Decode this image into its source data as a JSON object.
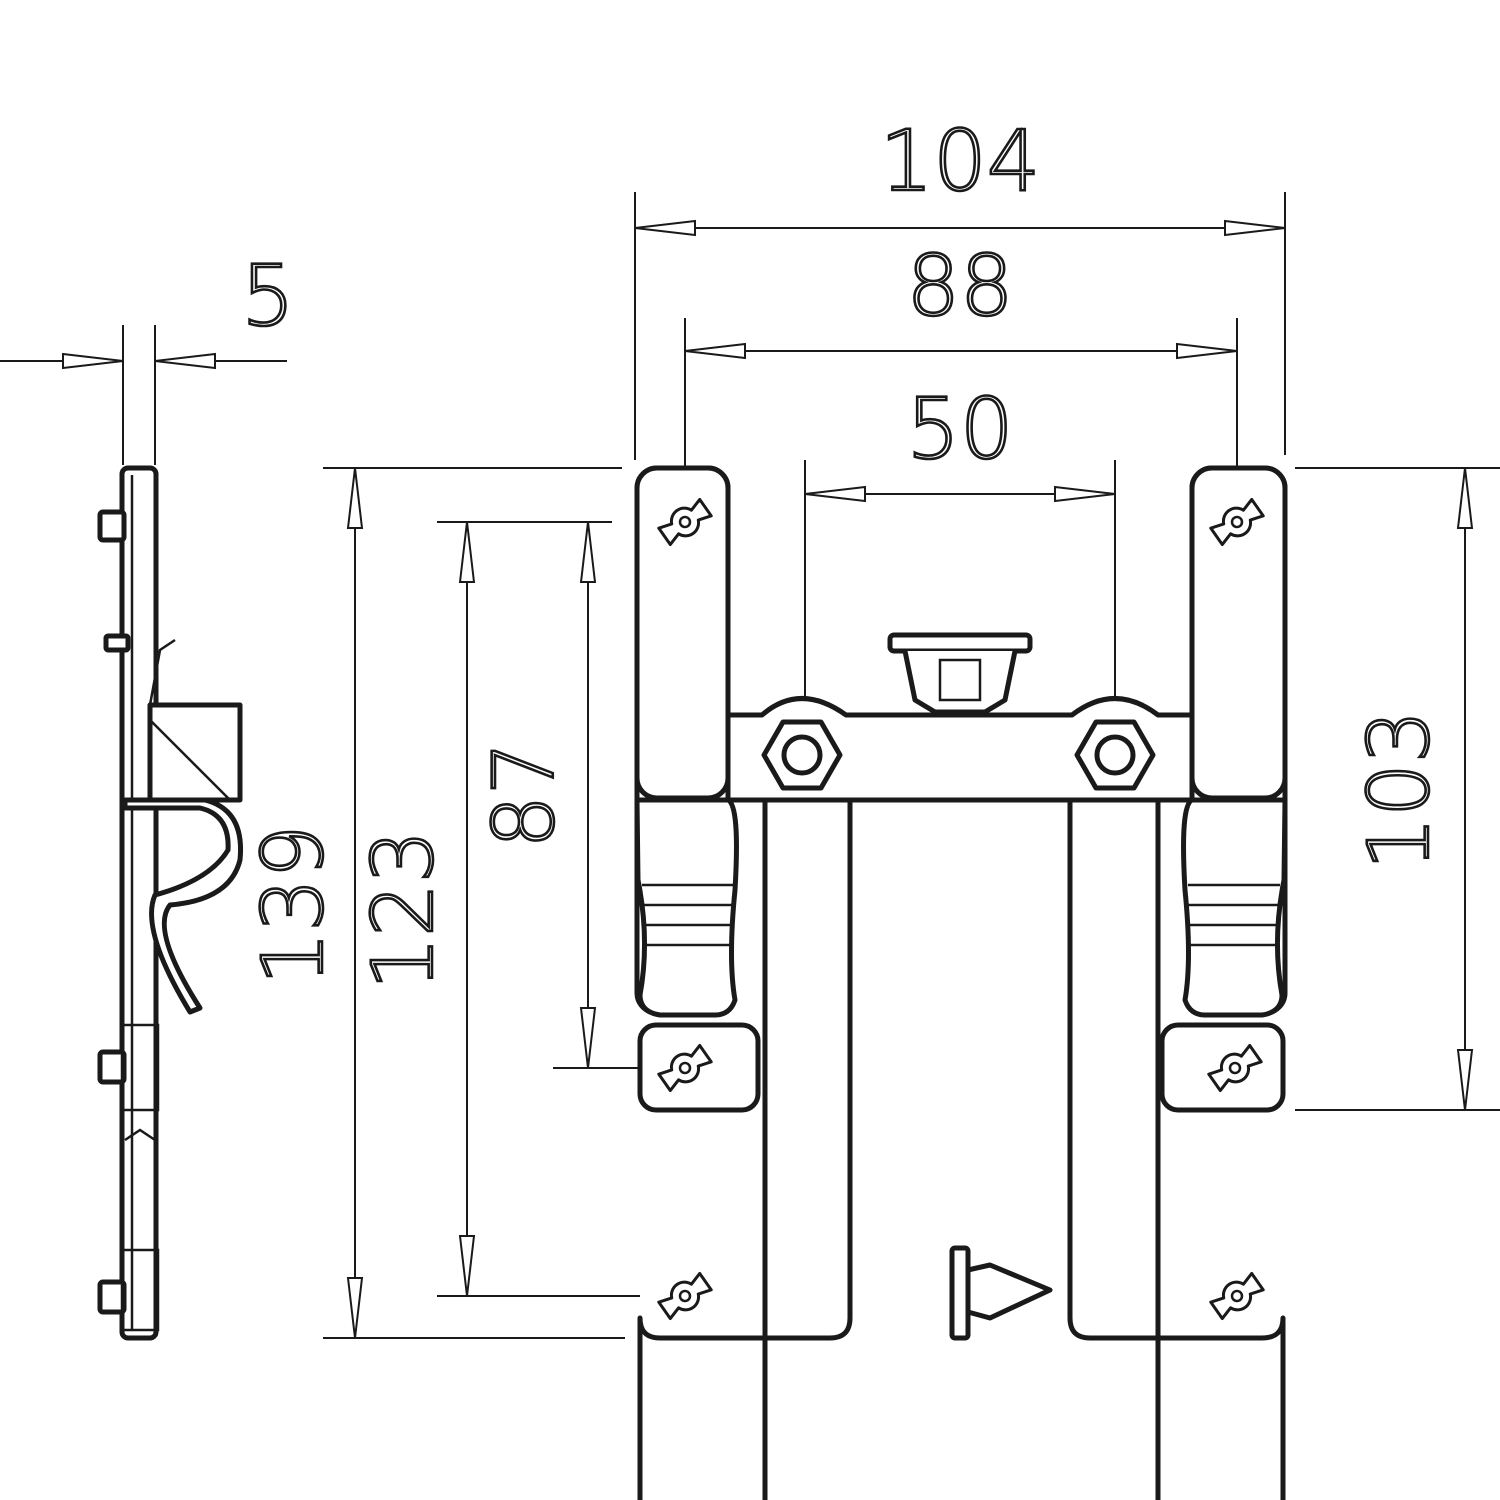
{
  "drawing": {
    "dimensions": {
      "overall_width": "104",
      "hole_spacing_width": "88",
      "inner_spacing": "50",
      "thickness": "5",
      "side_height": "139",
      "overall_height": "123",
      "hole_spacing_height": "87",
      "upper_height": "103"
    },
    "line_color": "#1a1a1a",
    "background": "#ffffff"
  }
}
